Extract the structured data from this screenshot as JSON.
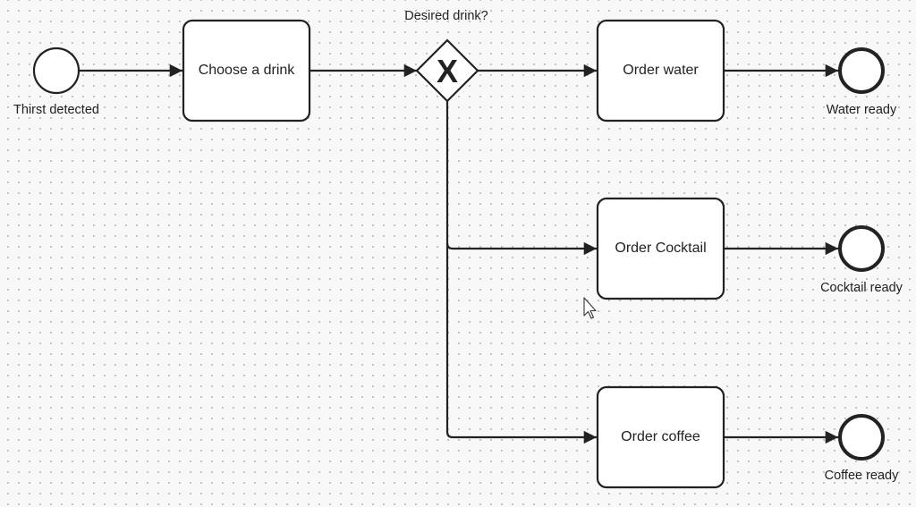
{
  "diagram": {
    "start_event": {
      "label": "Thirst detected"
    },
    "tasks": {
      "choose": "Choose a drink",
      "water": "Order water",
      "cocktail": "Order Cocktail",
      "coffee": "Order coffee"
    },
    "gateway": {
      "label": "Desired drink?",
      "marker": "X"
    },
    "end_events": {
      "water": "Water ready",
      "cocktail": "Cocktail ready",
      "coffee": "Coffee ready"
    }
  },
  "colors": {
    "stroke": "#222222",
    "fill": "#ffffff",
    "grid_dot": "#b9b9b9"
  }
}
